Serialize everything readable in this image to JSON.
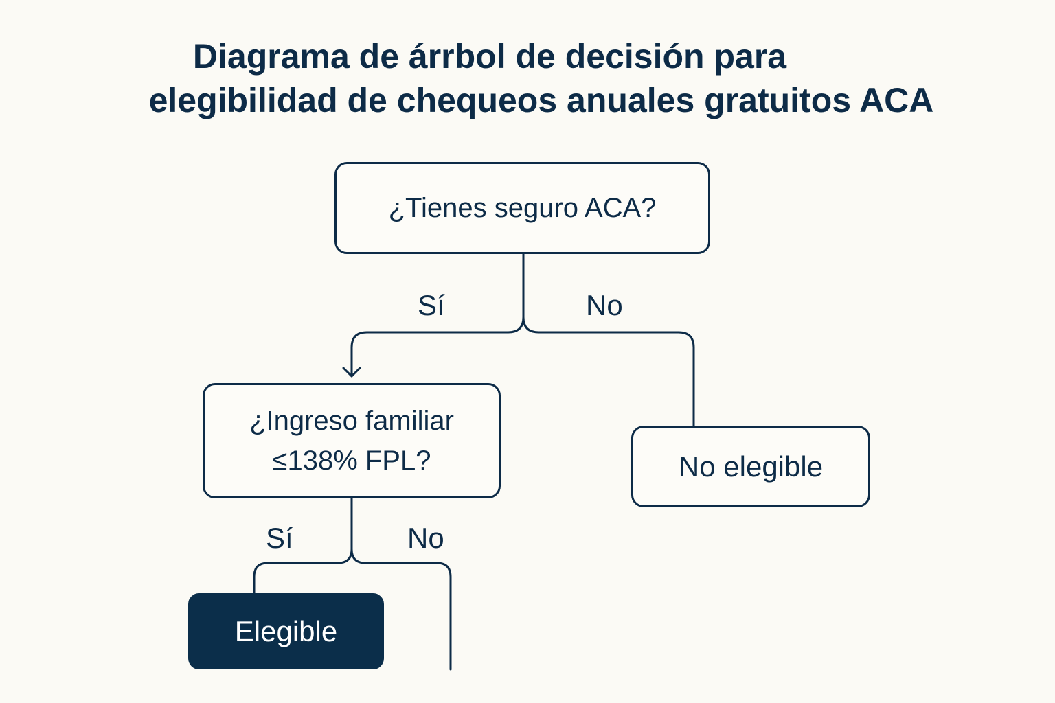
{
  "title": {
    "line1": "Diagrama de árrbol de decisión para",
    "line2": "elegibilidad de chequeos anuales gratuitos ACA"
  },
  "nodes": {
    "question_insurance": "¿Tienes seguro ACA?",
    "question_income": {
      "line1": "¿Ingreso familiar",
      "line2": "≤138% FPL?"
    },
    "result_not_eligible": "No elegible",
    "result_eligible": "Elegible"
  },
  "edges": {
    "insurance_yes": "Sí",
    "insurance_no": "No",
    "income_yes": "Sí",
    "income_no": "No"
  },
  "colors": {
    "ink": "#0d2b47",
    "background": "#fbfaf5",
    "eligible_fill": "#0b2e4a",
    "eligible_text": "#ffffff"
  }
}
